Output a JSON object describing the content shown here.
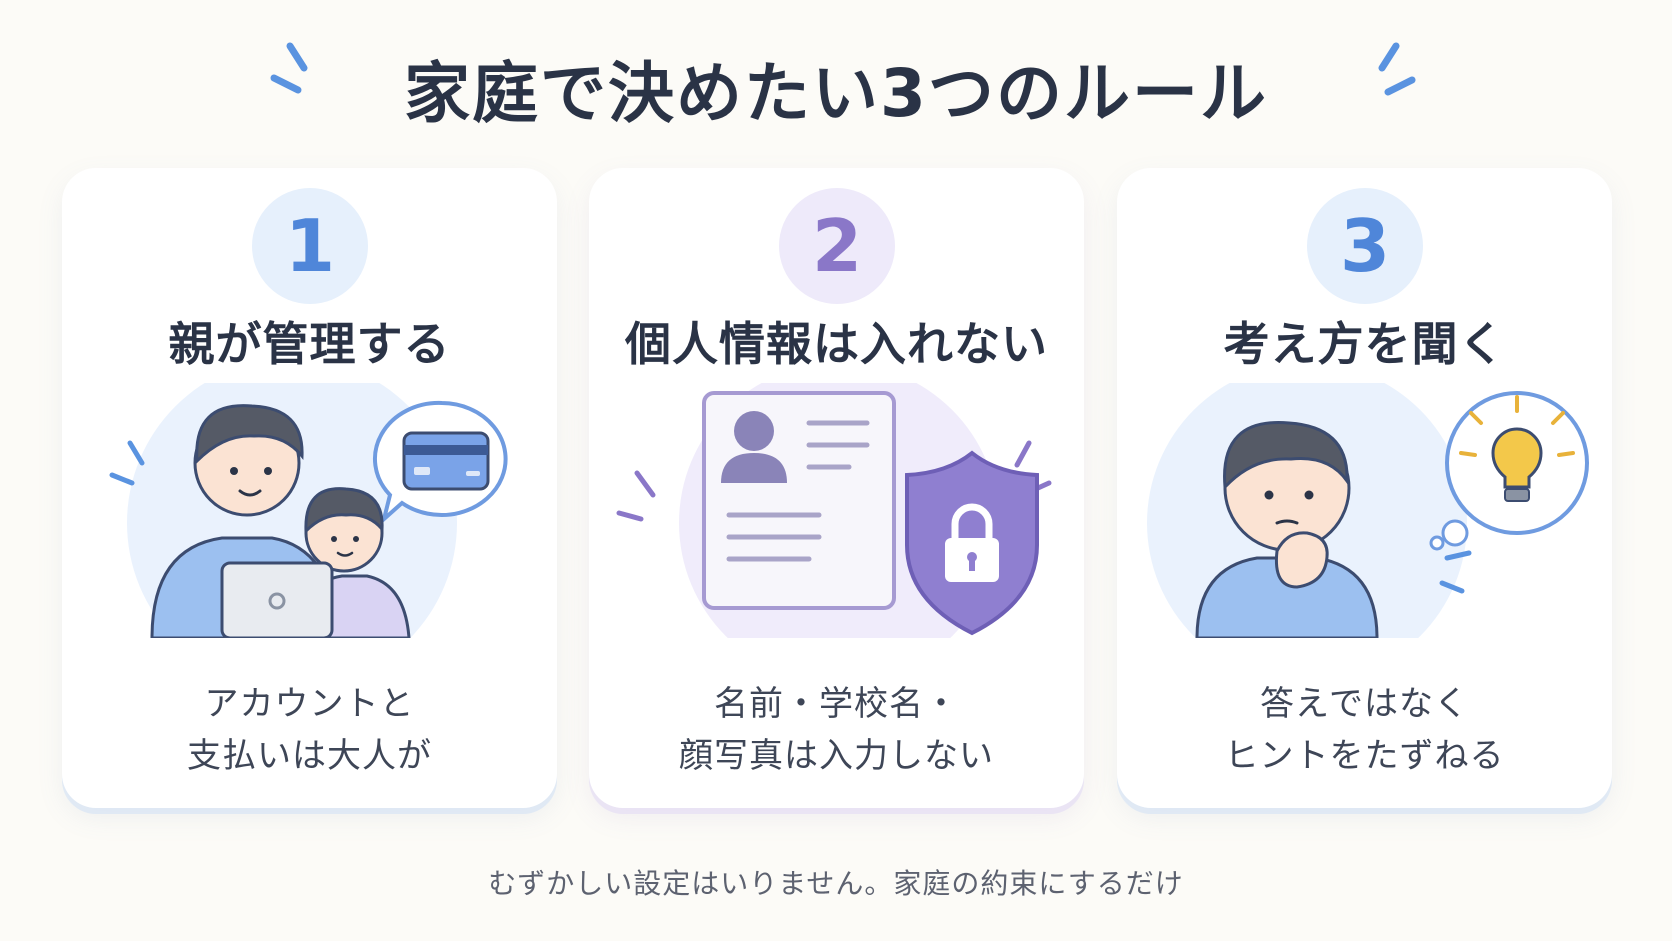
{
  "title": "家庭で決めたい3つのルール",
  "colors": {
    "background": "#fcfbf7",
    "title": "#2a3346",
    "blue_accent": "#4f86d9",
    "purple_accent": "#8a77c8",
    "lightbulb": "#f3c84a"
  },
  "cards": [
    {
      "number": "1",
      "title": "親が管理する",
      "description": [
        "アカウントと",
        "支払いは大人が"
      ],
      "illustration": "parent-child-laptop-credit-card"
    },
    {
      "number": "2",
      "title": "個人情報は入れない",
      "description": [
        "名前・学校名・",
        "顔写真は入力しない"
      ],
      "illustration": "profile-document-lock-shield"
    },
    {
      "number": "3",
      "title": "考え方を聞く",
      "description": [
        "答えではなく",
        "ヒントをたずねる"
      ],
      "illustration": "thinking-child-lightbulb"
    }
  ],
  "footer": "むずかしい設定はいりません。家庭の約束にするだけ"
}
